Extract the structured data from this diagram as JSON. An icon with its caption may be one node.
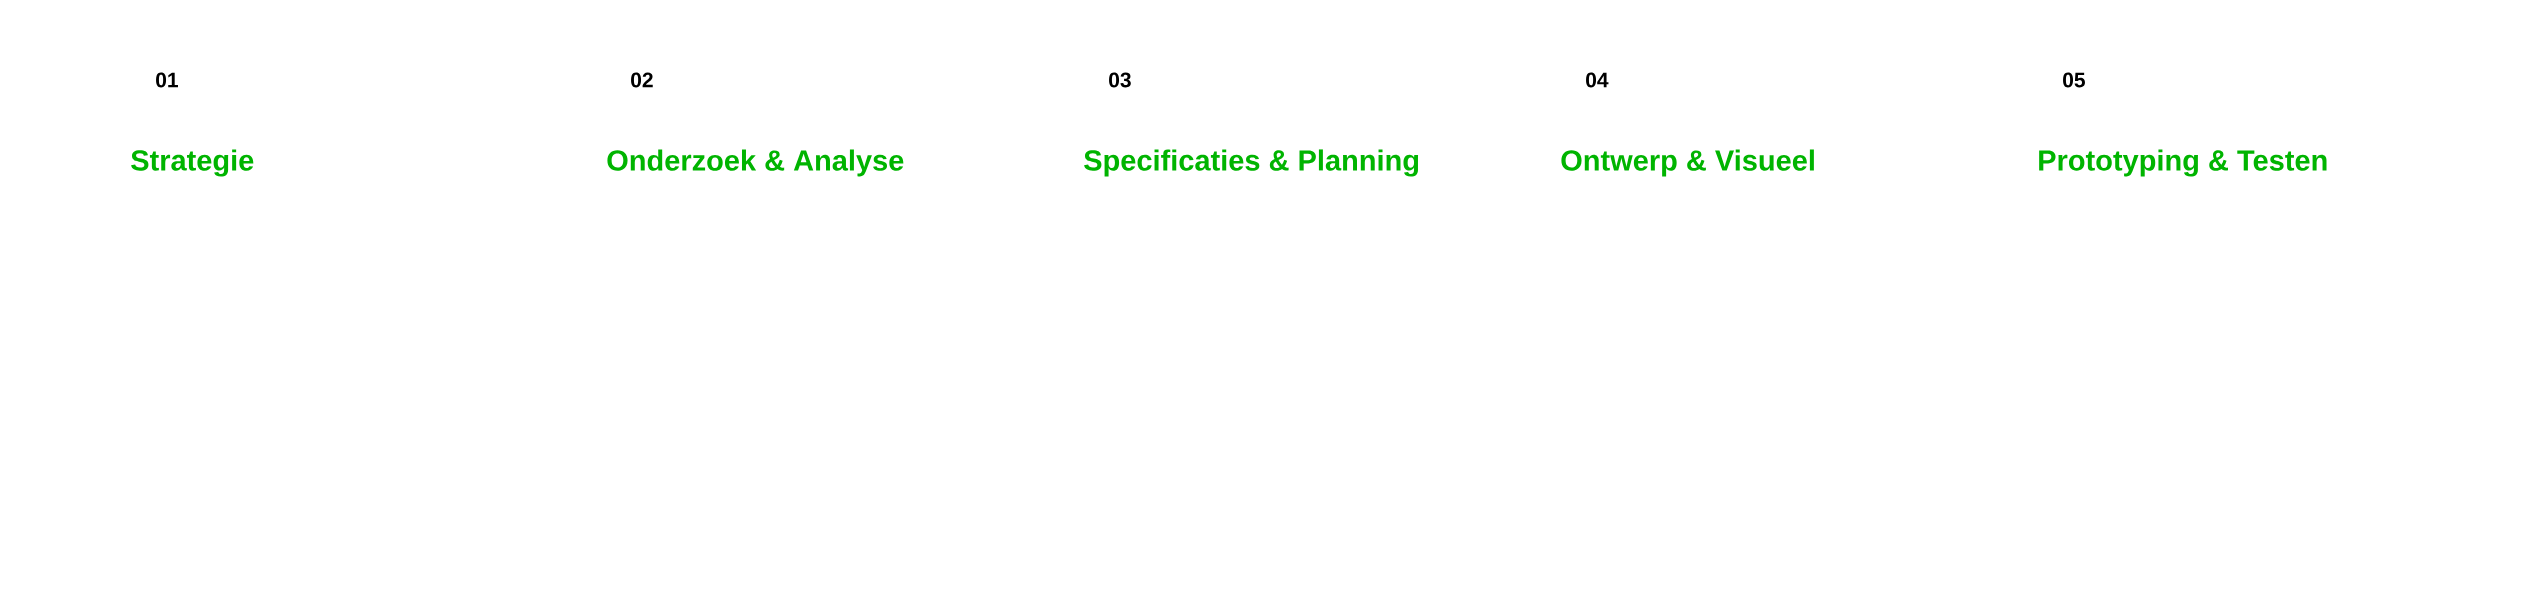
{
  "diagram": {
    "labels": [
      "01",
      "02",
      "03",
      "04",
      "05",
      "Strategie",
      "Onderzoek & Analyse",
      "Specificaties & Planning",
      "Ontwerp & Visueel",
      "Prototyping & Testen"
    ]
  }
}
